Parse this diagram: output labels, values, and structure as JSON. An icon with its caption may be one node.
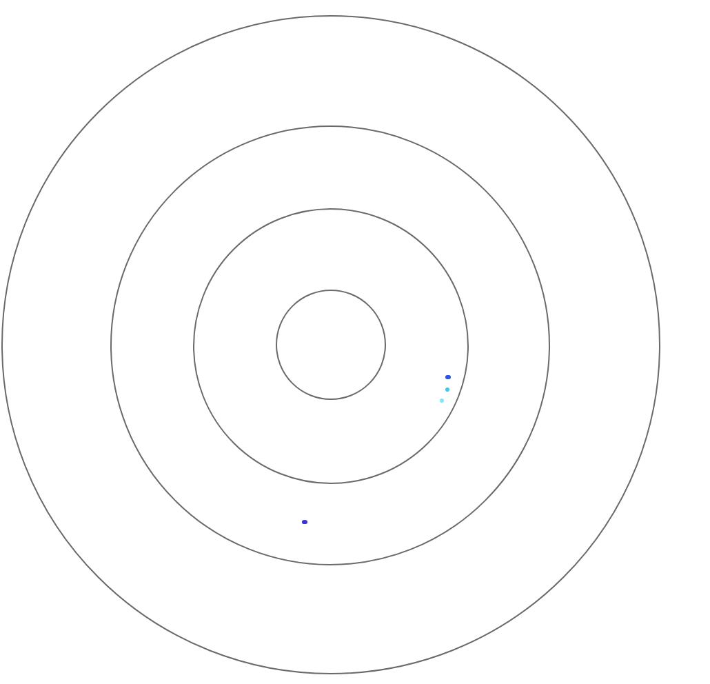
{
  "diagram": {
    "nodes": [
      {
        "text": [],
        "shape": "circle"
      },
      {
        "text": [],
        "shape": "circle",
        "in": 0
      },
      {
        "text": [],
        "shape": "circle",
        "in": 1
      },
      {
        "text": [],
        "shape": "circle",
        "in": 2
      },
      {
        "text": [],
        "shape": "dot",
        "in": 2
      },
      {
        "text": [],
        "shape": "dot",
        "in": 2
      },
      {
        "text": [],
        "shape": "dot",
        "in": 2
      },
      {
        "text": [],
        "shape": "dot",
        "in": 1
      }
    ]
  }
}
